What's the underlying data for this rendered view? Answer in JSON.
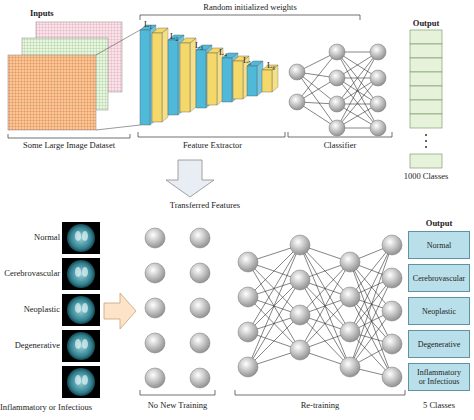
{
  "diagram": {
    "nodes": [
      {
        "text": [
          "Normal"
        ]
      },
      {
        "text": [
          "Cerebrovascular"
        ]
      },
      {
        "text": [
          "Neoplastic"
        ]
      },
      {
        "text": [
          "Degenerative"
        ]
      },
      {
        "text": [
          "Inflammatory or Infectious"
        ]
      }
    ],
    "labels": [
      "Random initialized weights",
      "Inputs",
      "Some Large Image Dataset",
      "L₁",
      "L₂",
      "L₃",
      "L₄",
      "L₅",
      "L₆",
      "Feature Extractor",
      "Classifier",
      "Output",
      "1000 Classes",
      "Transferred Features",
      "Normal",
      "Cerebrovascular",
      "Neoplastic",
      "Degenerative",
      "Inflammatory or Infectious",
      "No New Training",
      "Re-training",
      "Output",
      "5 Classes"
    ]
  }
}
